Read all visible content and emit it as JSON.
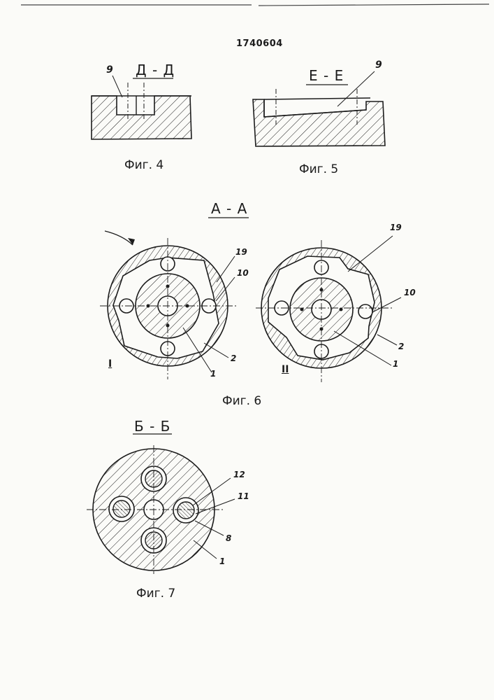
{
  "document": {
    "patent_number": "1740604",
    "figures": {
      "fig4": {
        "section": "Д - Д",
        "caption": "Фиг. 4",
        "labels": [
          "9"
        ]
      },
      "fig5": {
        "section": "Е - Е",
        "caption": "Фиг. 5",
        "labels": [
          "9"
        ]
      },
      "fig6": {
        "section": "А - А",
        "caption": "Фиг. 6",
        "left_view": {
          "roman": "I",
          "labels": [
            "19",
            "10",
            "2",
            "1"
          ]
        },
        "right_view": {
          "roman": "II",
          "labels": [
            "19",
            "10",
            "2",
            "1"
          ]
        }
      },
      "fig7": {
        "section": "Б - Б",
        "caption": "Фиг. 7",
        "labels": [
          "12",
          "11",
          "8",
          "1"
        ]
      }
    }
  },
  "colors": {
    "ink": "#1c1c1c",
    "paper": "#fbfbf8"
  }
}
